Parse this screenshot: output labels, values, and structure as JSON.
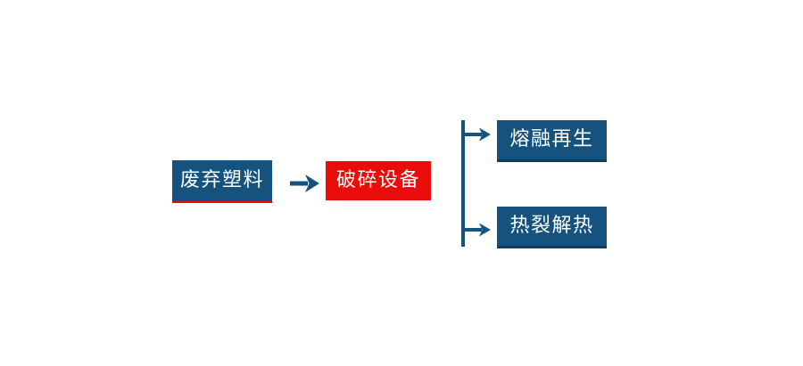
{
  "diagram": {
    "nodes": [
      {
        "id": "waste-plastic",
        "label": "废弃塑料",
        "fill": "#15537E",
        "text_color": "#FFFFFF",
        "underline_color": "#E90C0B"
      },
      {
        "id": "crushing-equipment",
        "label": "破碎设备",
        "fill": "#E90C0B",
        "text_color": "#FFFFFF"
      },
      {
        "id": "melt-regeneration",
        "label": "熔融再生",
        "fill": "#15537E",
        "text_color": "#FFFFFF"
      },
      {
        "id": "pyrolysis-heat",
        "label": "热裂解热",
        "fill": "#15537E",
        "text_color": "#FFFFFF"
      }
    ],
    "edges": [
      {
        "from": "waste-plastic",
        "to": "crushing-equipment",
        "style": "arrow"
      },
      {
        "from": "crushing-equipment",
        "to": "melt-regeneration",
        "style": "branch-arrow"
      },
      {
        "from": "crushing-equipment",
        "to": "pyrolysis-heat",
        "style": "branch-arrow"
      }
    ],
    "colors": {
      "primary_blue": "#15537E",
      "accent_red": "#E90C0B",
      "edge_dark_blue": "#0E3F60",
      "background": "#FFFFFF"
    }
  }
}
